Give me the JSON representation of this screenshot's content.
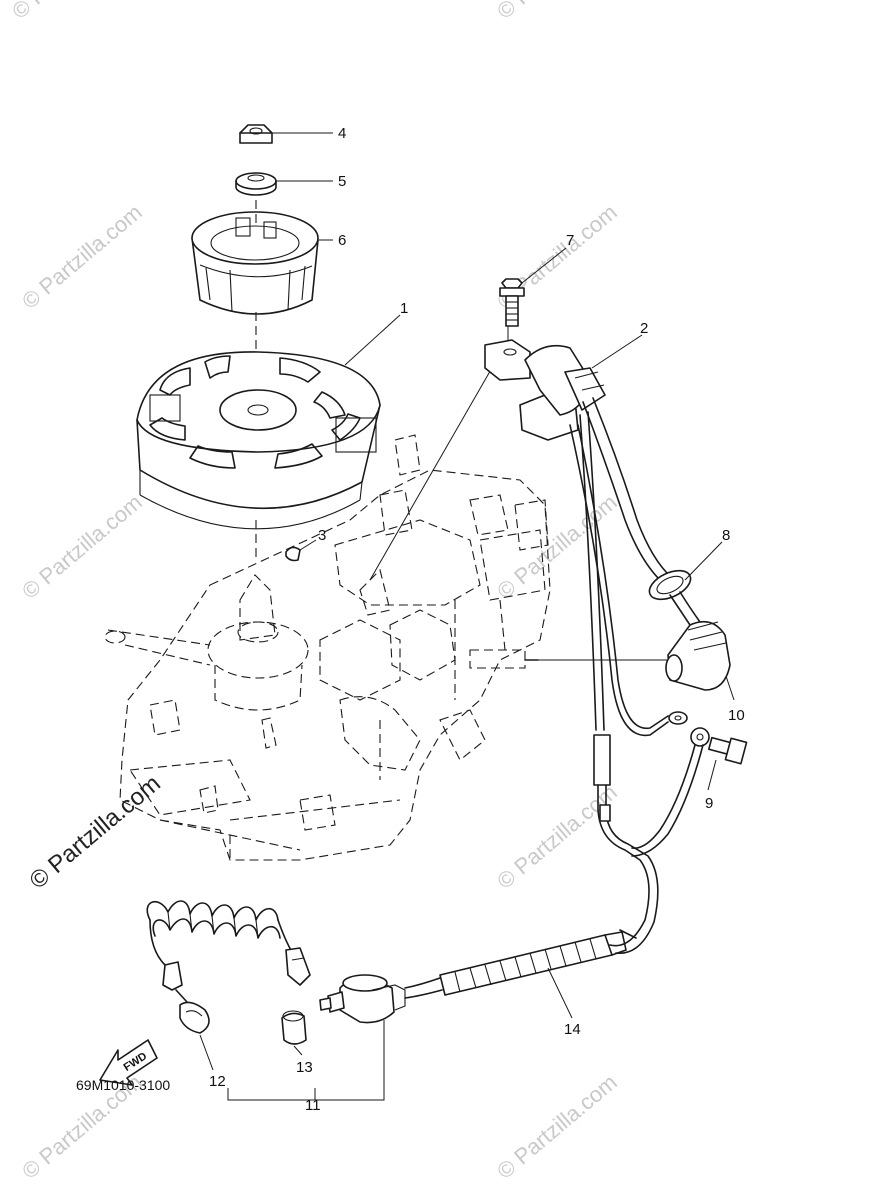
{
  "diagram_code": "69M1010-3100",
  "fwd_label": "FWD",
  "watermark_faint": "© Partzilla.com",
  "watermark_strong": "© Partzilla.com",
  "callouts": [
    {
      "id": "4",
      "label": "4"
    },
    {
      "id": "5",
      "label": "5"
    },
    {
      "id": "6",
      "label": "6"
    },
    {
      "id": "7",
      "label": "7"
    },
    {
      "id": "1",
      "label": "1"
    },
    {
      "id": "2",
      "label": "2"
    },
    {
      "id": "3",
      "label": "3"
    },
    {
      "id": "8",
      "label": "8"
    },
    {
      "id": "10",
      "label": "10"
    },
    {
      "id": "9",
      "label": "9"
    },
    {
      "id": "14",
      "label": "14"
    },
    {
      "id": "13",
      "label": "13"
    },
    {
      "id": "12",
      "label": "12"
    },
    {
      "id": "11",
      "label": "11"
    }
  ]
}
